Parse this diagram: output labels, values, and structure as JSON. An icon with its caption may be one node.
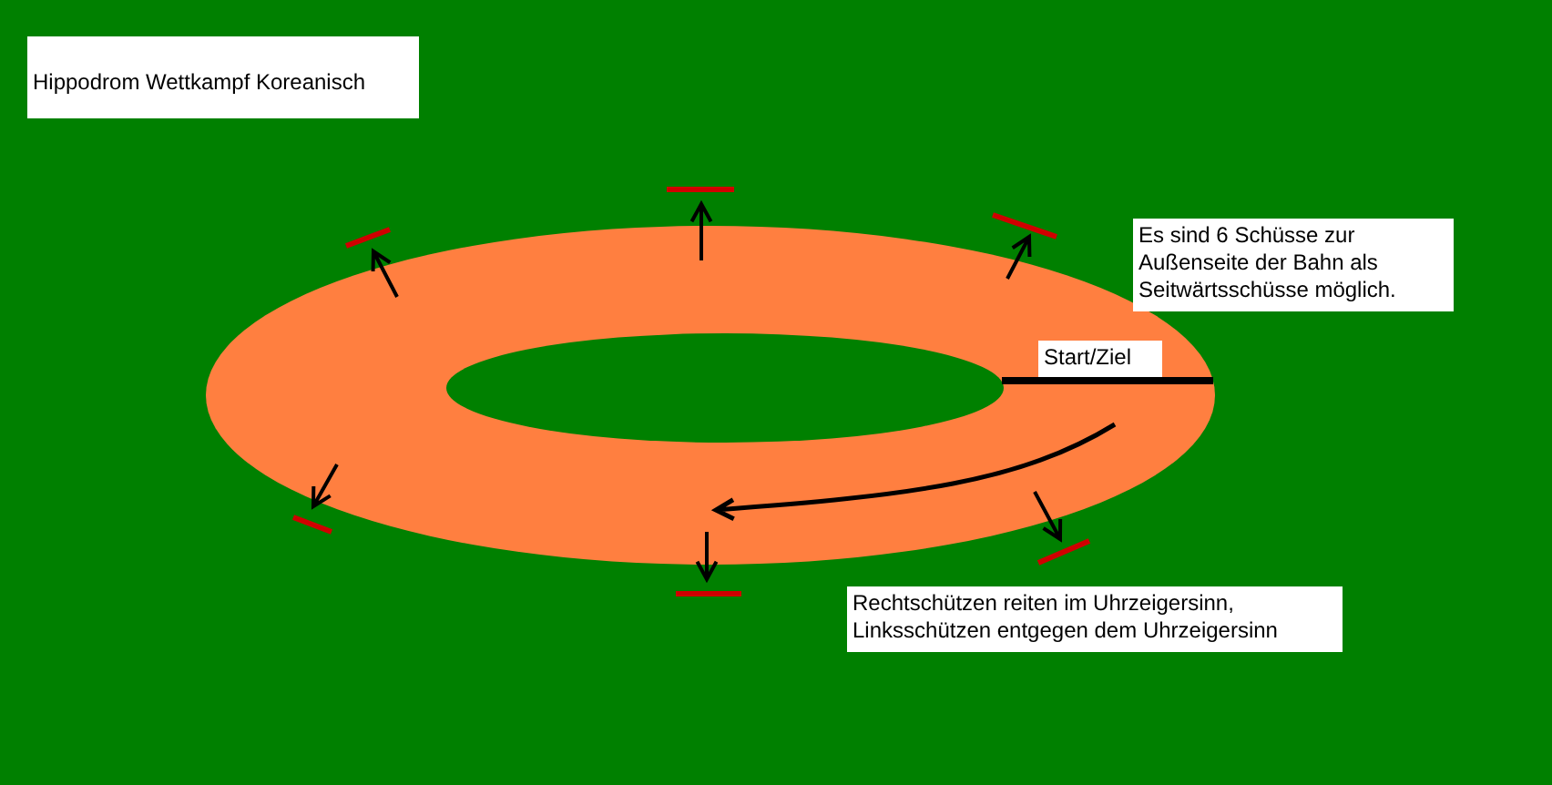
{
  "diagram": {
    "title": "Hippodrom Wettkampf Koreanisch",
    "labels": [
      "Es sind 6 Schüsse zur Außenseite der Bahn als Seitwärtsschüsse möglich.",
      "Start/Ziel",
      "Rechtschützen reiten im Uhrzeigersinn, Linksschützen entgegen dem Uhrzeigersinn"
    ]
  }
}
